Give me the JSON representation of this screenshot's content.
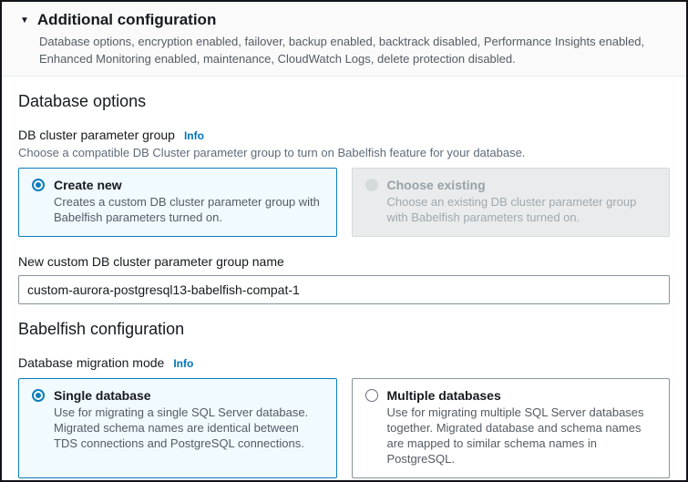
{
  "colors": {
    "accent": "#0073bb",
    "selected_border": "#0b7dbb",
    "selected_bg": "#f1faff",
    "disabled_bg": "#e9ebed",
    "frame_border": "#101418"
  },
  "header": {
    "collapse_icon": "▼",
    "title": "Additional configuration",
    "summary": "Database options, encryption enabled, failover, backup enabled, backtrack disabled, Performance Insights enabled, Enhanced Monitoring enabled, maintenance, CloudWatch Logs, delete protection disabled."
  },
  "database_options": {
    "heading": "Database options",
    "param_group": {
      "label": "DB cluster parameter group",
      "info_link": "Info",
      "hint": "Choose a compatible DB Cluster parameter group to turn on Babelfish feature for your database.",
      "create_new": {
        "title": "Create new",
        "description": "Creates a custom DB cluster parameter group with Babelfish parameters turned on.",
        "state": "selected"
      },
      "choose_existing": {
        "title": "Choose existing",
        "description": "Choose an existing DB cluster parameter group with Babelfish parameters turned on.",
        "state": "disabled"
      }
    },
    "new_group_name": {
      "label": "New custom DB cluster parameter group name",
      "value": "custom-aurora-postgresql13-babelfish-compat-1"
    }
  },
  "babelfish": {
    "heading": "Babelfish configuration",
    "migration_mode": {
      "label": "Database migration mode",
      "info_link": "Info",
      "single": {
        "title": "Single database",
        "description": "Use for migrating a single SQL Server database. Migrated schema names are identical between TDS connections and PostgreSQL connections.",
        "state": "selected"
      },
      "multiple": {
        "title": "Multiple databases",
        "description": "Use for migrating multiple SQL Server databases together. Migrated database and schema names are mapped to similar schema names in PostgreSQL.",
        "state": "unchecked"
      }
    }
  }
}
